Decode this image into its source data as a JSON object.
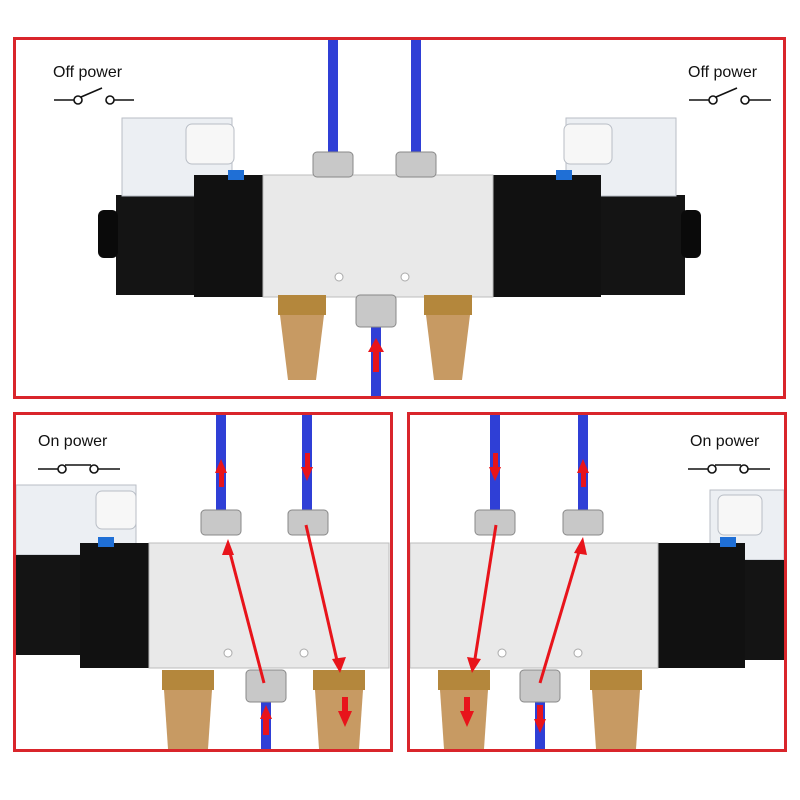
{
  "panels": {
    "off": {
      "left_label": "Off power",
      "right_label": "Off power"
    },
    "on_left": {
      "label": "On power"
    },
    "on_right": {
      "label": "On power"
    }
  },
  "colors": {
    "frame": "#d9252b",
    "tube": "#2f3fd6",
    "arrow": "#e8141b",
    "body": "#e9e9e9",
    "coil": "#141414",
    "muffler": "#c79a63"
  }
}
